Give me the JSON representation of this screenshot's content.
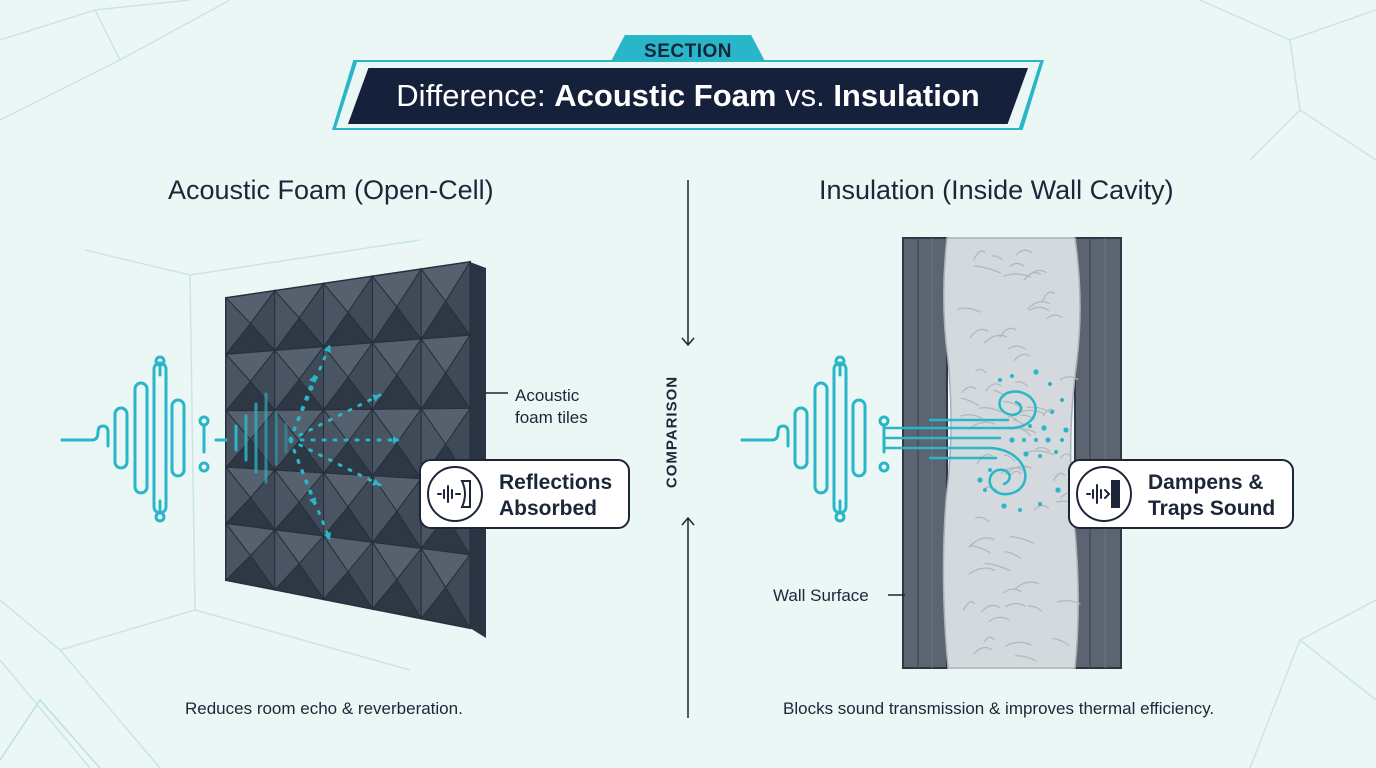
{
  "header": {
    "section_label": "SECTION",
    "title_prefix": "Difference: ",
    "title_term_a": "Acoustic Foam",
    "title_join": " vs. ",
    "title_term_b": "Insulation"
  },
  "left_panel": {
    "title": "Acoustic Foam (Open-Cell)",
    "tiles_label_line1": "Acoustic",
    "tiles_label_line2": "foam tiles",
    "callout_line1": "Reflections",
    "callout_line2": "Absorbed",
    "caption": "Reduces room echo & reverberation."
  },
  "divider": {
    "label": "COMPARISON"
  },
  "right_panel": {
    "title": "Insulation (Inside Wall Cavity)",
    "wall_label": "Wall Surface",
    "callout_line1": "Dampens &",
    "callout_line2": "Traps Sound",
    "caption": "Blocks sound transmission & improves thermal efficiency."
  },
  "colors": {
    "background": "#eaf7f5",
    "accent_teal": "#29b6c9",
    "navy": "#15213a",
    "foam": "#3a4656",
    "insulation": "#d4d9dd",
    "stud": "#5b6470"
  }
}
